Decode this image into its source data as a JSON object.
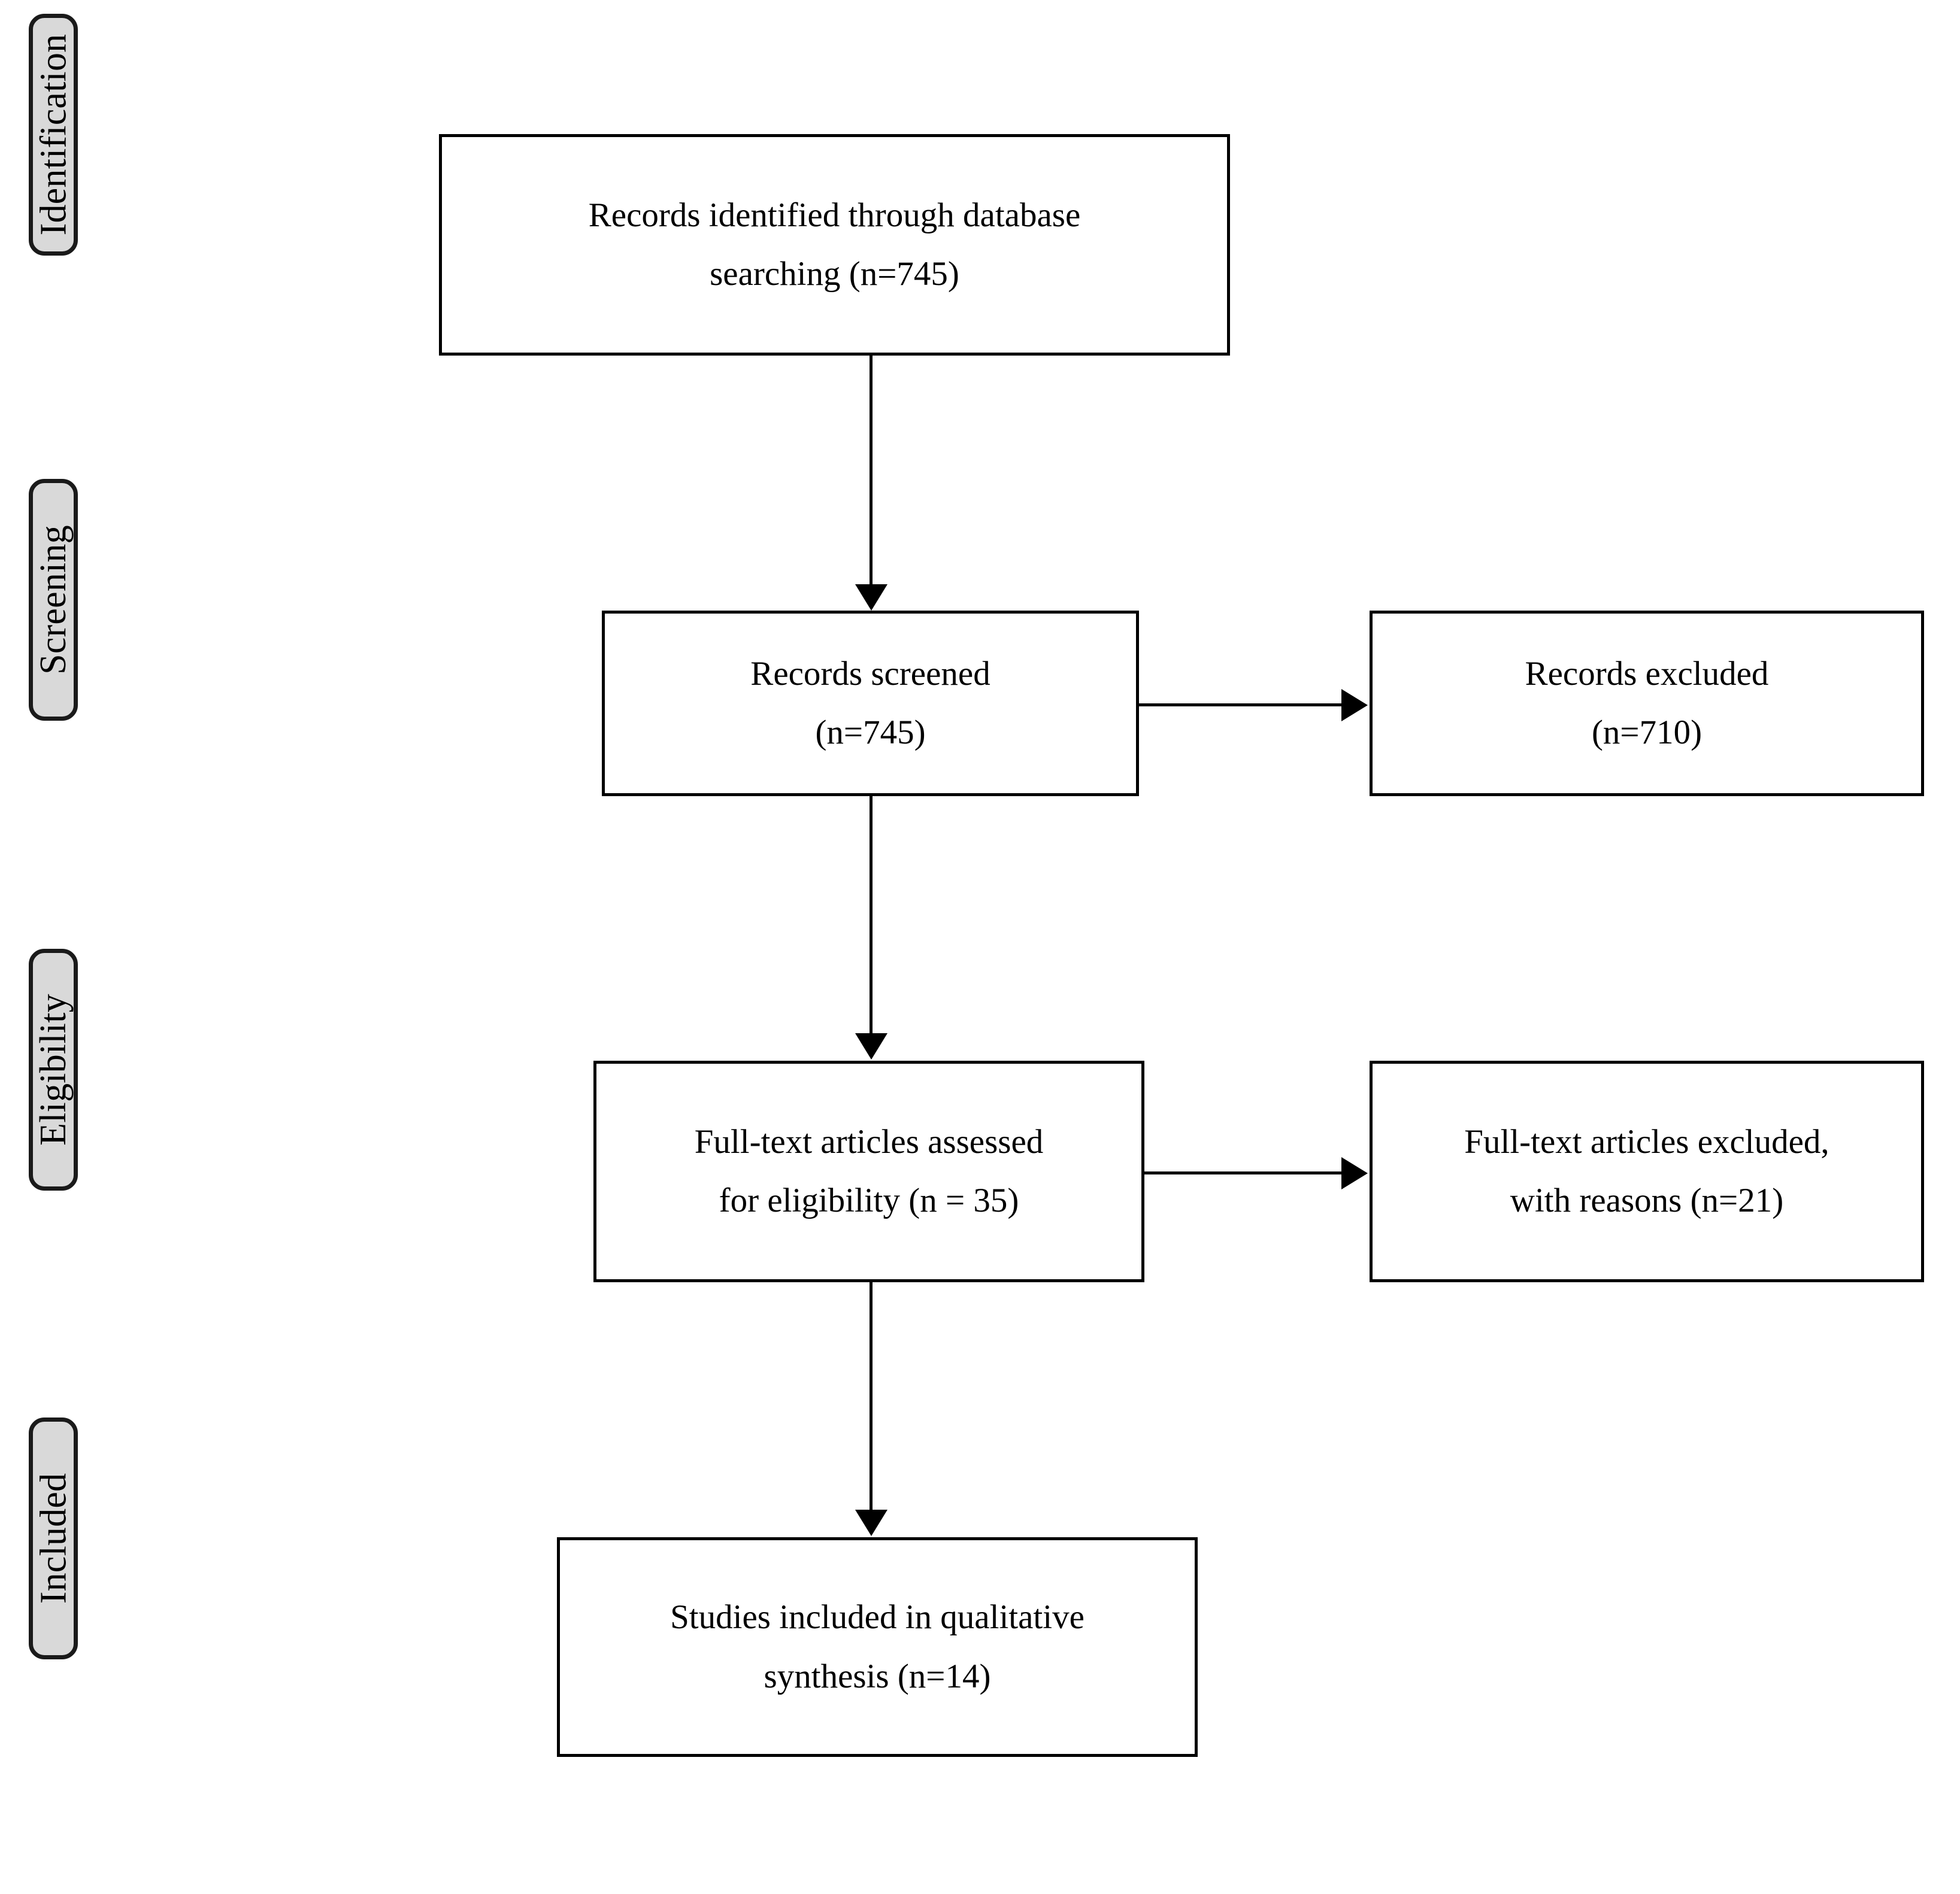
{
  "diagram": {
    "type": "prisma-flow-diagram",
    "stages": [
      {
        "label": "Identification"
      },
      {
        "label": "Screening"
      },
      {
        "label": "Eligibility"
      },
      {
        "label": "Included"
      }
    ],
    "boxes": [
      {
        "id": "identified",
        "line1": "Records identified through database",
        "line2": "searching (n=745)",
        "count": 745
      },
      {
        "id": "screened",
        "line1": "Records screened",
        "line2": "(n=745)",
        "count": 745
      },
      {
        "id": "records-excluded",
        "line1": "Records excluded",
        "line2": "(n=710)",
        "count": 710
      },
      {
        "id": "fulltext-assessed",
        "line1": "Full-text articles assessed",
        "line2": "for eligibility (n = 35)",
        "count": 35
      },
      {
        "id": "fulltext-excluded",
        "line1": "Full-text articles excluded,",
        "line2": "with reasons (n=21)",
        "count": 21
      },
      {
        "id": "included-qualitative",
        "line1": "Studies included in qualitative",
        "line2": "synthesis (n=14)",
        "count": 14
      }
    ],
    "colors": {
      "stage_fill": "#d9d9d9",
      "stage_border": "#1a1a1a",
      "box_fill": "#ffffff",
      "box_border": "#000000",
      "connector": "#000000",
      "background": "#ffffff"
    }
  }
}
